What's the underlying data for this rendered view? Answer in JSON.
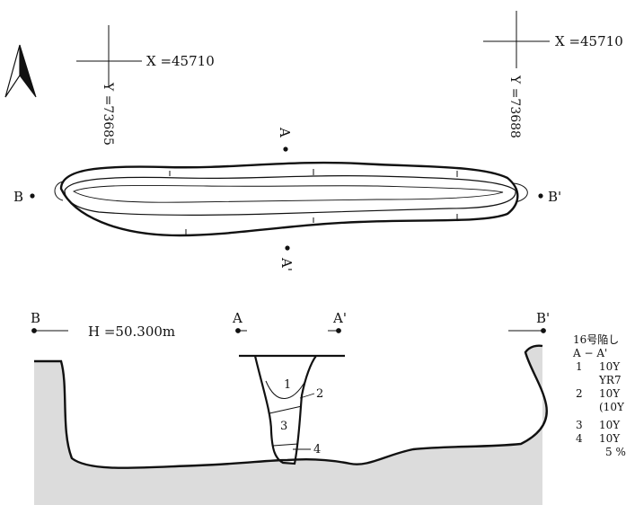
{
  "plan": {
    "grid_ticks": [
      {
        "x_label": "X =45710",
        "y_label": "Y =73685"
      },
      {
        "x_label": "X =45710",
        "y_label": "Y =73688"
      }
    ],
    "section_points": {
      "a": "A",
      "a_prime": "A'",
      "b": "B",
      "b_prime": "B'"
    }
  },
  "section": {
    "b_label": "B",
    "elevation_label": "H =50.300m",
    "a_label": "A",
    "a_prime_label": "A'",
    "b_prime_label": "B'",
    "layer_labels": [
      "1",
      "2",
      "3",
      "4"
    ]
  },
  "legend": {
    "title": "16号陥し",
    "subtitle": "A − A'",
    "entries": [
      {
        "num": "1",
        "text": "10Y",
        "cont": "YR7"
      },
      {
        "num": "2",
        "text": "10Y",
        "cont": "(10Y"
      },
      {
        "num": "3",
        "text": "10Y",
        "cont": ""
      },
      {
        "num": "4",
        "text": "10Y",
        "cont": "5 %"
      }
    ]
  }
}
